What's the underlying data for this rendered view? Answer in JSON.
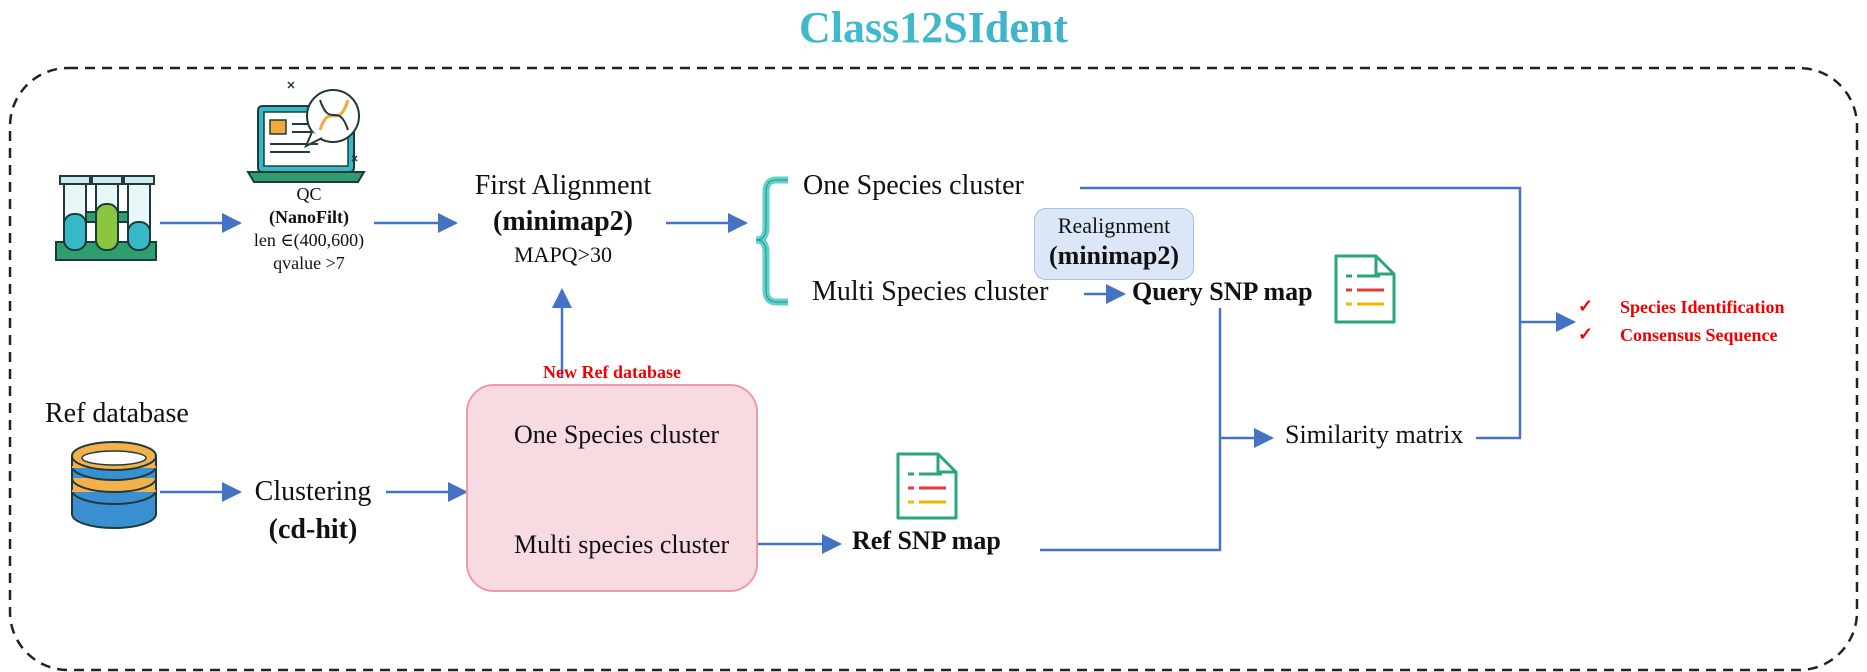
{
  "title": "Class12SIdent",
  "qc": {
    "label": "QC",
    "tool": "(NanoFilt)",
    "len": "len ∈(400,600)",
    "qvalue": "qvalue >7"
  },
  "first_alignment": {
    "label": "First Alignment",
    "tool": "(minimap2)",
    "filter": "MAPQ>30"
  },
  "one_species_cluster_top": "One Species cluster",
  "multi_species_cluster_top": "Multi Species cluster",
  "realignment": {
    "label": "Realignment",
    "tool": "(minimap2)"
  },
  "query_snp_map": "Query SNP map",
  "ref_database": "Ref database",
  "clustering": {
    "label": "Clustering",
    "tool": "(cd-hit)"
  },
  "new_ref_database": "New Ref  database",
  "one_species_cluster_bottom": "One Species cluster",
  "multi_species_cluster_bottom": "Multi species cluster",
  "ref_snp_map": "Ref SNP map",
  "similarity_matrix": "Similarity matrix",
  "outputs": {
    "check": "✓",
    "items": [
      "Species Identification",
      "Consensus Sequence"
    ]
  },
  "colors": {
    "arrow": "#4472c4",
    "output_red": "#f00000",
    "brace": "#5fd3c9",
    "new_ref_box": "#f8dbe0",
    "realign_box": "#dbe6f7"
  }
}
